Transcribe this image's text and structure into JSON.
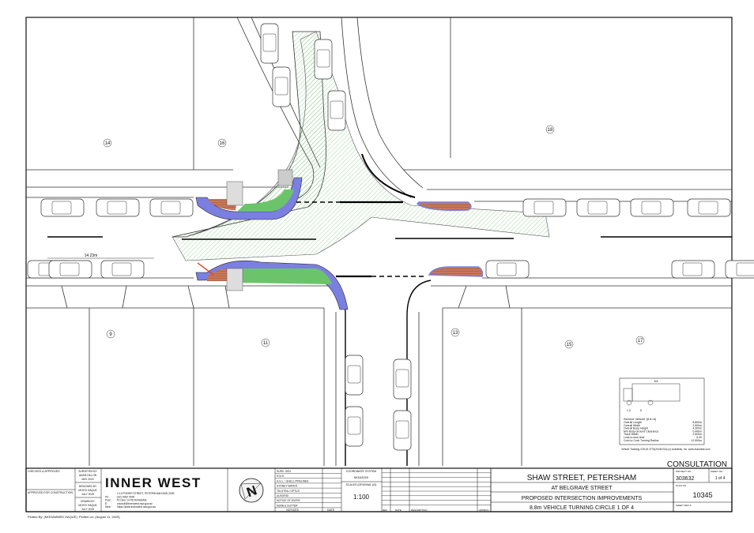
{
  "drawing": {
    "lot_numbers": [
      "14",
      "16",
      "18",
      "9",
      "11",
      "13",
      "15",
      "17"
    ],
    "dimension_label": "14.23m",
    "consultation_label": "CONSULTATION",
    "colors": {
      "kerb_blue": "#7b7fe0",
      "garden_green": "#6cc46a",
      "paving_brown": "#c8785a",
      "swept_path_hatch": "#5cb85c",
      "no_stopping_red": "#e0401a"
    }
  },
  "vehicle_box": {
    "dim_overall": "8.8",
    "dim_front": "1.3",
    "dim_wheelbase": "5",
    "title": "Service Vehicle (8.8 m)",
    "specs": [
      {
        "label": "Overall Length",
        "value": "8.800m"
      },
      {
        "label": "Overall Width",
        "value": "2.500m"
      },
      {
        "label": "Overall Body Height",
        "value": "4.300m"
      },
      {
        "label": "Min Body Ground Clearance",
        "value": "0.440m"
      },
      {
        "label": "Track Width",
        "value": "2.500m"
      },
      {
        "label": "Lock-to-lock time",
        "value": "6.00"
      },
      {
        "label": "Curb to Curb Turning Radius",
        "value": "12.500m"
      }
    ],
    "credit": "Vehicle Tracking V25.00.3775(20240216) (c) Autodesk, Inc. www.Autodesk.com"
  },
  "title_block": {
    "checked_approved": "CHECKED & APPROVED",
    "approved_construction": "APPROVED FOR CONSTRUCTION",
    "surveyed": {
      "label": "SURVEYED BY",
      "name": "ADAM DILLON",
      "date": "MAY 2020"
    },
    "designed": {
      "label": "DESIGNED BY",
      "name": "MOH'D HAQUE",
      "date": "JULY 2025"
    },
    "drawn": {
      "label": "DRAWN BY",
      "name": "MOH'D HAQUE",
      "date": "JULY 2025"
    },
    "logo_text": "INNER WEST",
    "address": [
      {
        "k": "",
        "v": "2-14 FISHER STREET, PETERSHAM NSW 2049"
      },
      {
        "k": "Ph:",
        "v": "(02) 9392 5000"
      },
      {
        "k": "Post:",
        "v": "PO Box 14 PETERSHAM"
      },
      {
        "k": "E:",
        "v": "council@innerwest.nsw.gov.au"
      },
      {
        "k": "Web:",
        "v": "https://www.innerwest.nsw.gov.au"
      }
    ],
    "north_arrow": "N",
    "notices": [
      "SURV. GEN",
      "R.M.S.",
      "A.G.L. / SHELL PIPELINES",
      "SYDNEY WATER",
      "TELSTRA / OPTUS",
      "AUSGRID",
      "NOTICE OF ENTRY",
      "KERB & GUTTER"
    ],
    "notices_label": "NOTICES",
    "date_label": "DATE",
    "coord_system_label": "COORDINATE SYSTEM",
    "coord_system": "MGA2020",
    "scales_label": "SCALES (ORIGINAL A3)",
    "scale": "1:100",
    "rev_headers": [
      "REV",
      "DATE",
      "DESCRIPTION",
      "APPROV"
    ],
    "title_lines": [
      "SHAW STREET, PETERSHAM",
      "AT BELGRAVE STREET",
      "PROPOSED INTERSECTION IMPROVEMENTS",
      "8.8m VEHICLE TURNING CIRCLE 1 OF 4"
    ],
    "project_no_label": "PROJECT NO",
    "project_no": "303632",
    "sheet_no_label": "SHEET NO",
    "sheet_no": "1 of 4",
    "plan_no_label": "PLAN NO",
    "plan_no": "10345",
    "sheet_rev_label": "SHEET REV #"
  },
  "footer": "Plotted By: (MOHAMMED HAQUE),  Plotted on: (August 11, 2025)"
}
